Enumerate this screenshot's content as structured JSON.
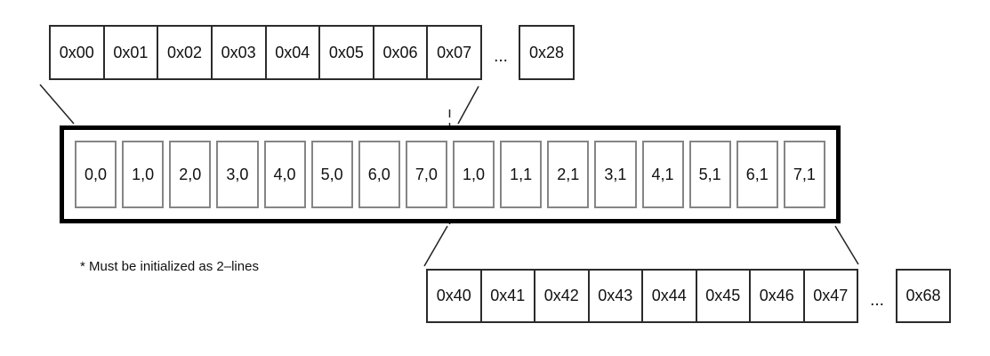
{
  "memory_map": {
    "top_row": {
      "cells": [
        "0x00",
        "0x01",
        "0x02",
        "0x03",
        "0x04",
        "0x05",
        "0x06",
        "0x07"
      ],
      "ellipsis": "...",
      "last_cell": "0x28"
    },
    "display_box": {
      "cells": [
        "0,0",
        "1,0",
        "2,0",
        "3,0",
        "4,0",
        "5,0",
        "6,0",
        "7,0",
        "1,0",
        "1,1",
        "2,1",
        "3,1",
        "4,1",
        "5,1",
        "6,1",
        "7,1"
      ]
    },
    "bottom_row": {
      "cells": [
        "0x40",
        "0x41",
        "0x42",
        "0x43",
        "0x44",
        "0x45",
        "0x46",
        "0x47"
      ],
      "ellipsis": "...",
      "last_cell": "0x68"
    },
    "footnote": "* Must be initialized as 2–lines"
  },
  "colors": {
    "cell_border": "#2b2b2b",
    "inner_cell_border": "#858585",
    "main_box_border": "#000000",
    "bg": "#ffffff",
    "text": "#111111"
  }
}
